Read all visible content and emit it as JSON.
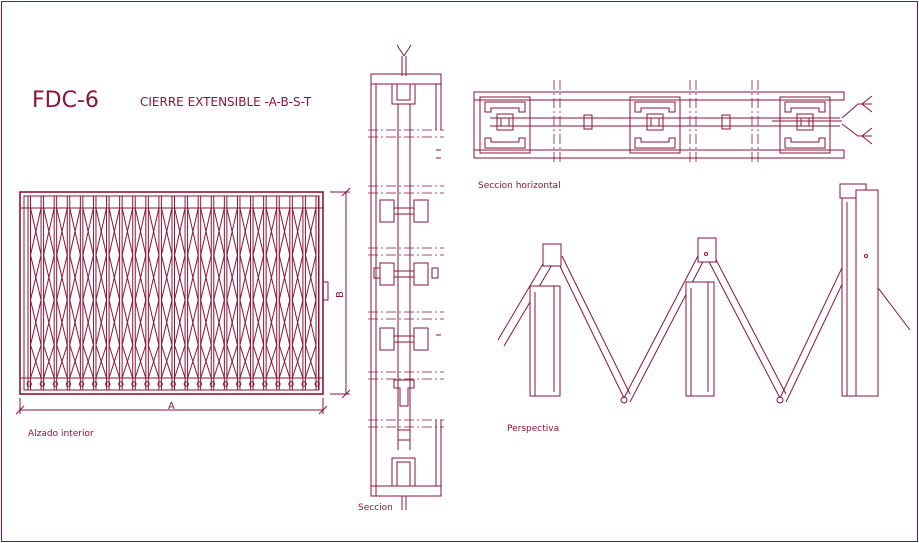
{
  "colors": {
    "line": "#8a1538",
    "background": "#ffffff"
  },
  "drawing": {
    "code": "FDC-6",
    "title": "CIERRE EXTENSIBLE -A-B-S-T",
    "dim_width": "A",
    "dim_height": "B",
    "caption_elevation": "Alzado interior",
    "caption_section": "Seccion",
    "caption_horizontal": "Seccion horizontal",
    "caption_perspective": "Perspectiva"
  }
}
